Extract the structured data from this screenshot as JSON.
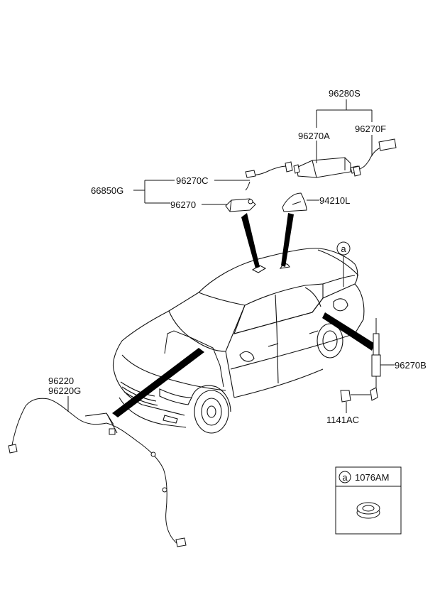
{
  "parts": {
    "p96280S": "96280S",
    "p96270A": "96270A",
    "p96270F": "96270F",
    "p96270C": "96270C",
    "p66850G": "66850G",
    "p96270": "96270",
    "p94210L": "94210L",
    "p96220": "96220",
    "p96220G": "96220G",
    "p96270B": "96270B",
    "p1141AC": "1141AC",
    "p1076AM": "1076AM"
  },
  "callout": {
    "marker": "a"
  },
  "inset": {
    "marker": "a",
    "part": "1076AM"
  }
}
